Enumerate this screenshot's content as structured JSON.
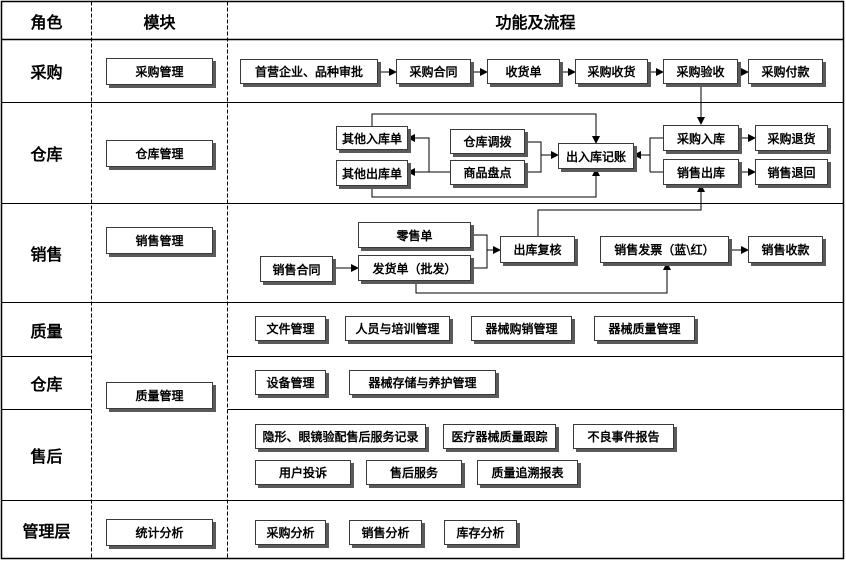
{
  "header": {
    "role": "角色",
    "module": "模块",
    "flow": "功能及流程"
  },
  "roles": {
    "purchase": "采购",
    "warehouse": "仓库",
    "sales": "销售",
    "quality": "质量",
    "warehouse2": "仓库",
    "aftersales": "售后",
    "management": "管理层"
  },
  "modules": {
    "purchase": "采购管理",
    "warehouse": "仓库管理",
    "sales": "销售管理",
    "quality": "质量管理",
    "stats": "统计分析"
  },
  "purchase_flow": [
    "首营企业、品种审批",
    "采购合同",
    "收货单",
    "采购收货",
    "采购验收",
    "采购付款"
  ],
  "warehouse_flow": {
    "other_in": "其他入库单",
    "transfer": "仓库调拨",
    "other_out": "其他出库单",
    "stocktake": "商品盘点",
    "io_ledger": "出入库记账",
    "purchase_in": "采购入库",
    "purchase_return": "采购退货",
    "sales_out": "销售出库",
    "sales_return": "销售退回"
  },
  "sales_flow": {
    "retail": "零售单",
    "contract": "销售合同",
    "delivery": "发货单（批发）",
    "recheck": "出库复核",
    "invoice": "销售发票（蓝\\红）",
    "receipt": "销售收款"
  },
  "quality_items": [
    "文件管理",
    "人员与培训管理",
    "器械购销管理",
    "器械质量管理"
  ],
  "warehouse2_items": [
    "设备管理",
    "器械存储与养护管理"
  ],
  "aftersales_items": [
    "隐形、眼镜验配售后服务记录",
    "医疗器械质量跟踪",
    "不良事件报告",
    "用户投诉",
    "售后服务",
    "质量追溯报表"
  ],
  "management_items": [
    "采购分析",
    "销售分析",
    "库存分析"
  ],
  "colors": {
    "box_border": "#3a3a3a",
    "shadow": "#5a5a5a",
    "line": "#000000"
  }
}
